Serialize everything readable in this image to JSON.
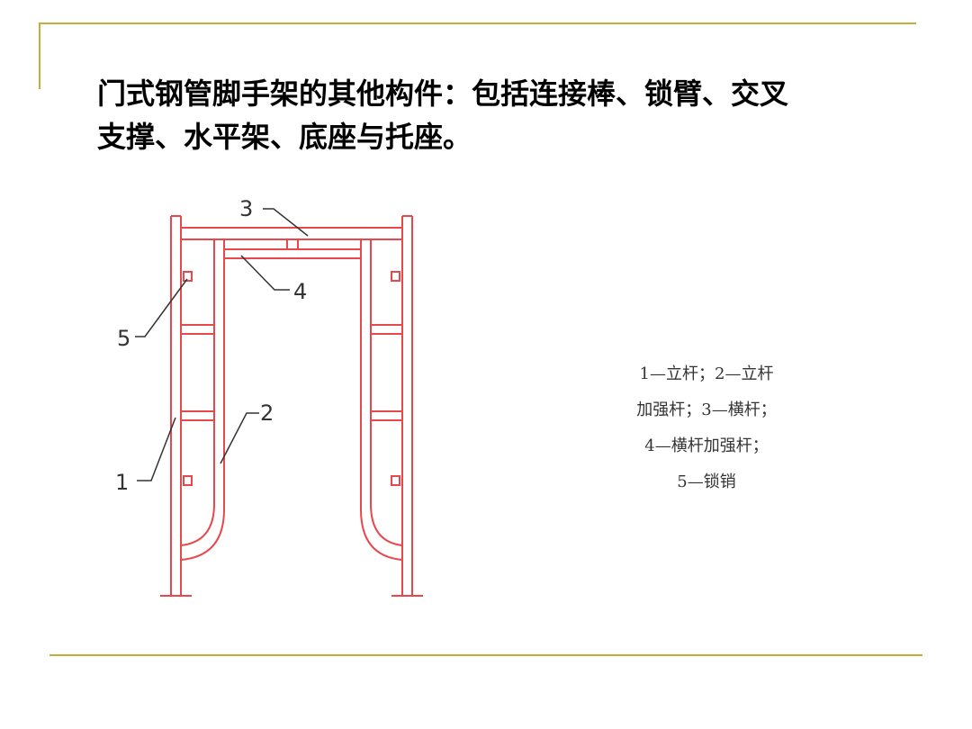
{
  "slide": {
    "title_lines": [
      "门式钢管脚手架的其他构件：包括连接棒、锁臂、交叉",
      "支撑、水平架、底座与托座。"
    ]
  },
  "diagram": {
    "callouts": [
      "3",
      "4",
      "5",
      "2",
      "1"
    ],
    "legend_lines": [
      "1—立杆；2—立杆",
      "加强杆；3—横杆；",
      "4—横杆加强杆；",
      "5—锁销"
    ]
  },
  "colors": {
    "frame": "#e8474c",
    "rule": "#c9ad3b",
    "leader": "#333333"
  }
}
